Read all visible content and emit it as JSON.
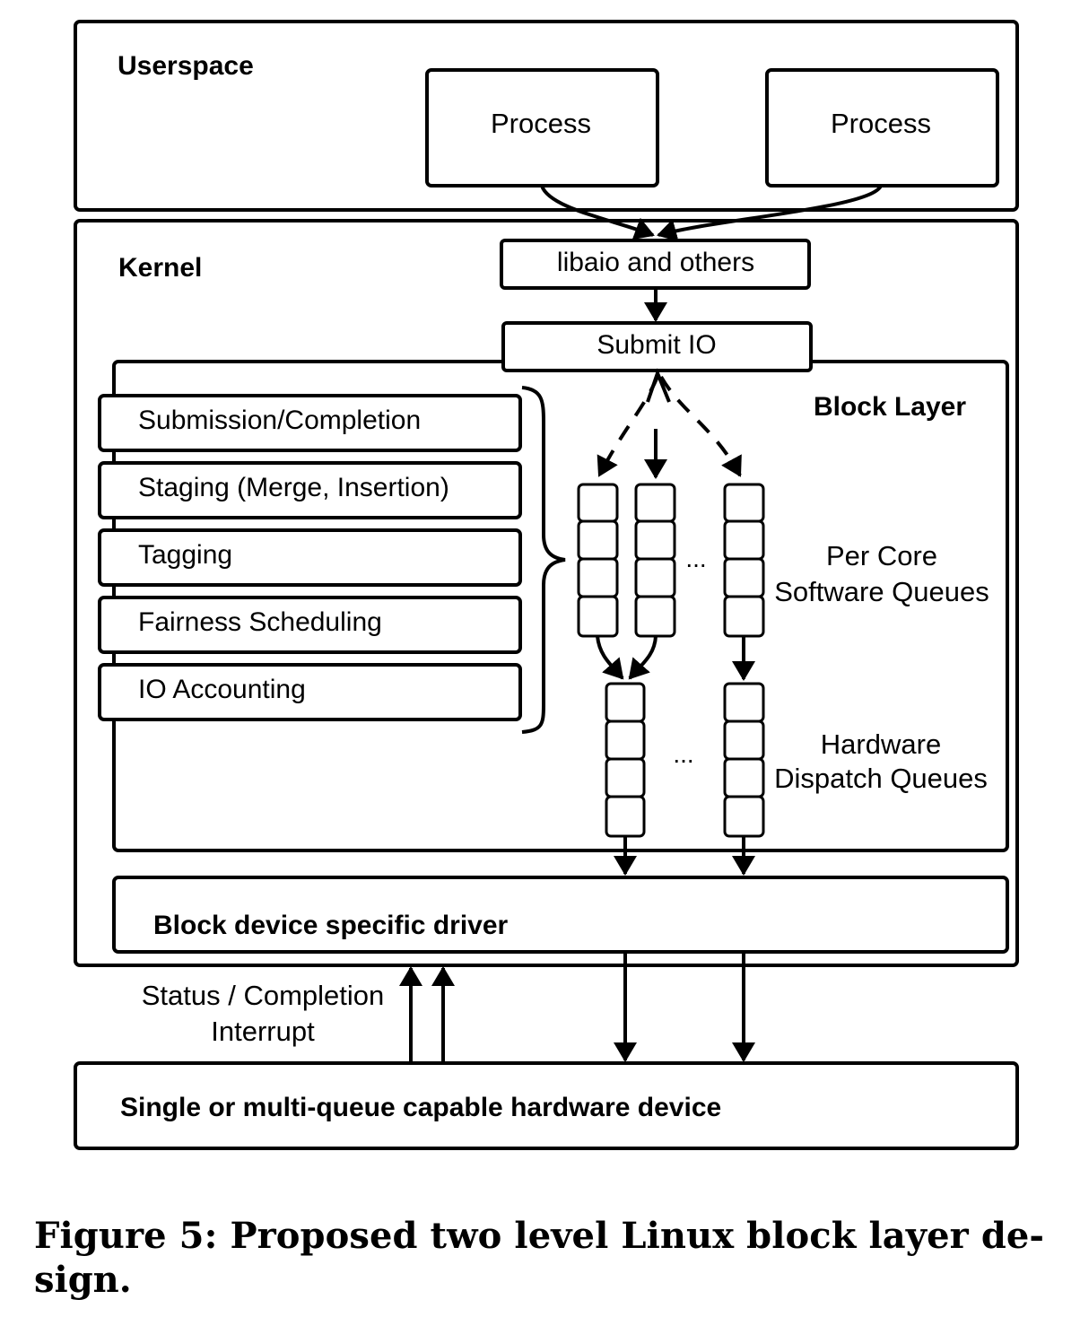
{
  "userspace": {
    "label": "Userspace",
    "process_left": "Process",
    "process_right": "Process"
  },
  "kernel": {
    "label": "Kernel",
    "libaio": "libaio and others",
    "submit_io": "Submit IO"
  },
  "block_layer": {
    "label": "Block Layer",
    "functions": [
      "Submission/Completion",
      "Staging (Merge, Insertion)",
      "Tagging",
      "Fairness Scheduling",
      "IO Accounting"
    ],
    "software_queues_label": [
      "Per Core",
      "Software Queues"
    ],
    "hardware_queues_label": [
      "Hardware",
      "Dispatch Queues"
    ],
    "ellipsis": "..."
  },
  "driver": {
    "label": "Block device specific driver"
  },
  "interrupt": {
    "label_line1": "Status / Completion",
    "label_line2": "Interrupt"
  },
  "device": {
    "label": "Single or multi-queue capable hardware device"
  },
  "caption": {
    "line1": "Figure 5: Proposed two level Linux block layer de-",
    "line2": "sign."
  }
}
